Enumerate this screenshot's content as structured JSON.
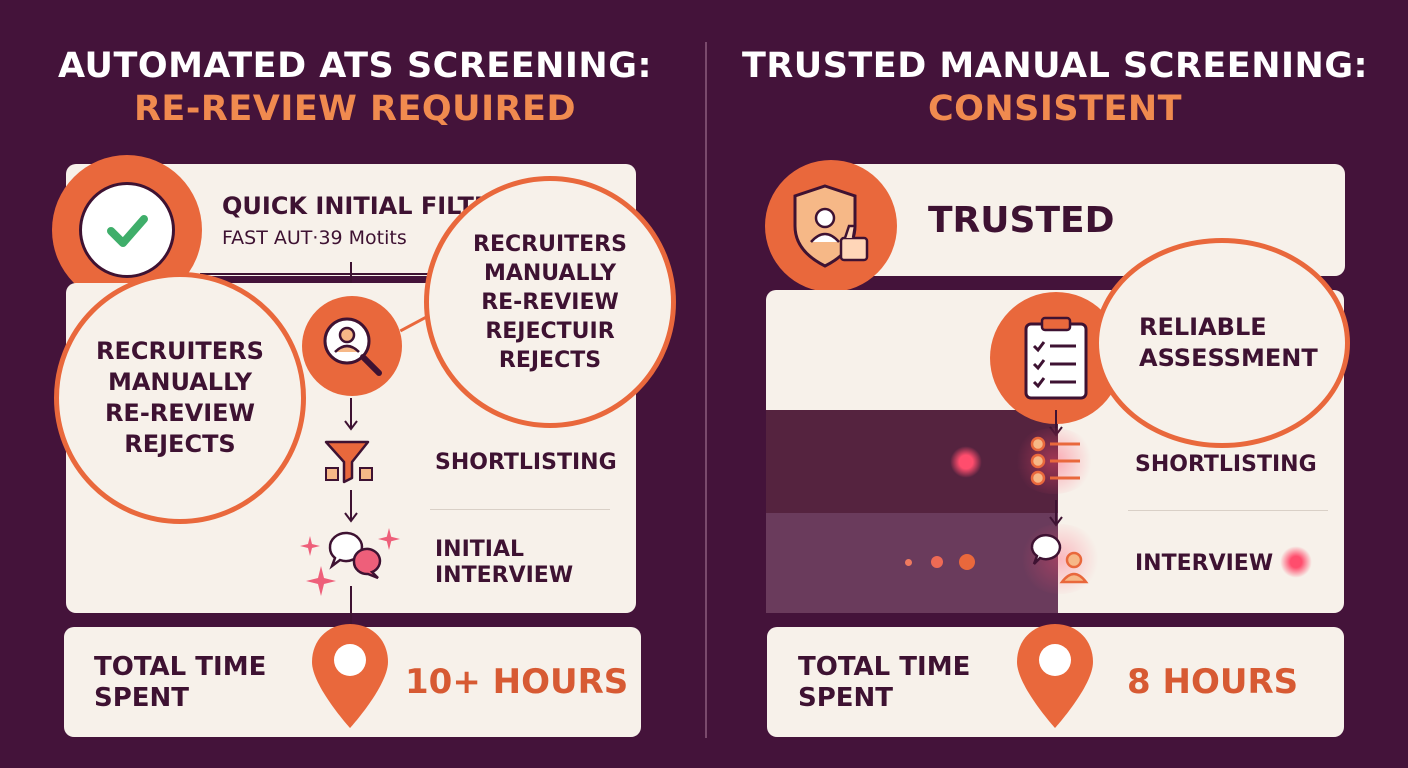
{
  "left": {
    "title_line1": "AUTOMATED ATS SCREENING:",
    "title_line2": "RE-REVIEW REQUIRED",
    "quick_filter_title": "QUICK INITIAL FILTE",
    "quick_filter_sub": "FAST AUT·39 Motits",
    "bubble_right_lines": [
      "RECRUITERS",
      "MANUALLY",
      "RE-REVIEW",
      "REJECTUIR",
      "REJECTS"
    ],
    "bubble_left_lines": [
      "RECRUITERS",
      "MANUALLY",
      "RE-REVIEW",
      "REJECTS"
    ],
    "shortlisting": "SHORTLISTING",
    "interview_line1": "INITIAL",
    "interview_line2": "INTERVIEW",
    "total_line1": "TOTAL TIME",
    "total_line2": "SPENT",
    "total_value": "10+ HOURS"
  },
  "right": {
    "title_line1": "TRUSTED MANUAL SCREENING:",
    "title_line2": "CONSISTENT",
    "trusted": "TRUSTED",
    "assessment_line1": "RELIABLE",
    "assessment_line2": "ASSESSMENT",
    "shortlisting": "SHORTLISTING",
    "interview": "INTERVIEW",
    "total_line1": "TOTAL TIME",
    "total_line2": "SPENT",
    "total_value": "8 HOURS"
  },
  "colors": {
    "background": "#44133a",
    "accent_orange": "#e9683c",
    "card": "#f7f1ea",
    "text_dark": "#3e1232",
    "check_green": "#3fae6a",
    "glow_pink": "#ff4d6d"
  },
  "icons": [
    "check-icon",
    "user-search-icon",
    "funnel-icon",
    "chat-bubbles-icon",
    "sparkle-icon",
    "location-pin-icon",
    "shield-user-icon",
    "thumbs-up-icon",
    "clipboard-checklist-icon",
    "list-icon",
    "chat-user-icon"
  ]
}
